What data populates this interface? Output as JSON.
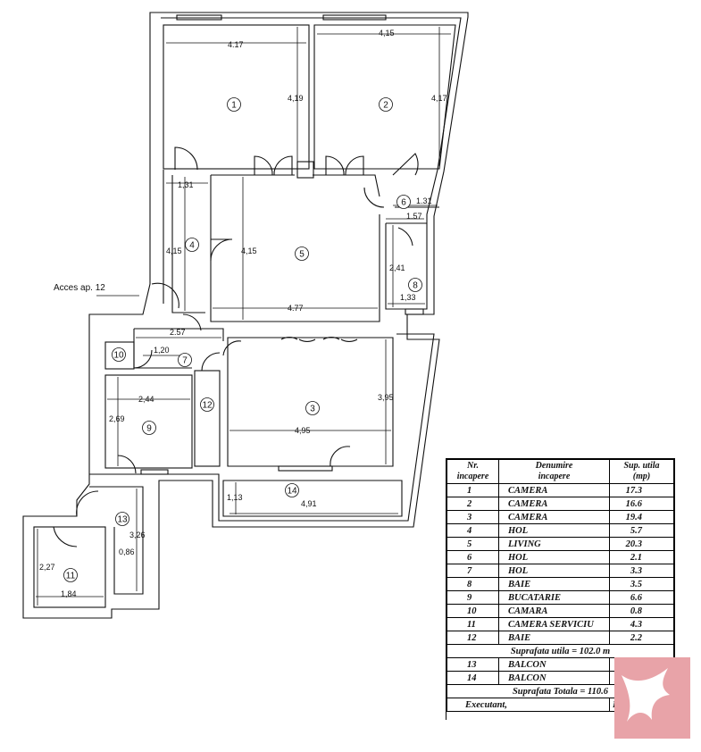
{
  "rooms": [
    {
      "num": "1"
    },
    {
      "num": "2"
    },
    {
      "num": "3"
    },
    {
      "num": "4"
    },
    {
      "num": "5"
    },
    {
      "num": "6"
    },
    {
      "num": "7"
    },
    {
      "num": "8"
    },
    {
      "num": "9"
    },
    {
      "num": "10"
    },
    {
      "num": "11"
    },
    {
      "num": "12"
    },
    {
      "num": "13"
    },
    {
      "num": "14"
    }
  ],
  "dimensions": {
    "r1_width": "4.17",
    "r1_height": "4,19",
    "r2_width": "4,15",
    "r2_height": "4,17",
    "hall_width": "1,31",
    "r4_height": "4,15",
    "r5_height": "4,15",
    "r6_width": "1.31",
    "r6_width2": "1.57",
    "r8_height": "2,41",
    "r8_width": "1,33",
    "r5_width": "4.77",
    "corridor_width": "2.57",
    "r7_width": "1,20",
    "r9_width": "2,44",
    "r9_height": "2,69",
    "r3_height": "3,95",
    "r3_width": "4,95",
    "r14_height": "1,13",
    "r14_width": "4,91",
    "r13_height": "3,26",
    "r13_width": "0,86",
    "r11_height": "2,27",
    "r11_width": "1,84"
  },
  "access_label": "Acces ap. 12",
  "schedule": {
    "headers": {
      "nr_line1": "Nr.",
      "nr_line2": "incapere",
      "name_line1": "Denumire",
      "name_line2": "incapere",
      "area_line1": "Sup. utila",
      "area_line2": "(mp)"
    },
    "rows": [
      {
        "nr": "1",
        "name": "CAMERA",
        "area": "17.3"
      },
      {
        "nr": "2",
        "name": "CAMERA",
        "area": "16.6"
      },
      {
        "nr": "3",
        "name": "CAMERA",
        "area": "19.4"
      },
      {
        "nr": "4",
        "name": "HOL",
        "area": "5.7"
      },
      {
        "nr": "5",
        "name": "LIVING",
        "area": "20.3"
      },
      {
        "nr": "6",
        "name": "HOL",
        "area": "2.1"
      },
      {
        "nr": "7",
        "name": "HOL",
        "area": "3.3"
      },
      {
        "nr": "8",
        "name": "BAIE",
        "area": "3.5"
      },
      {
        "nr": "9",
        "name": "BUCATARIE",
        "area": "6.6"
      },
      {
        "nr": "10",
        "name": "CAMARA",
        "area": "0.8"
      },
      {
        "nr": "11",
        "name": "CAMERA SERVICIU",
        "area": "4.3"
      },
      {
        "nr": "12",
        "name": "BAIE",
        "area": "2.2"
      }
    ],
    "usable_total": "Suprafata utila = 102.0 m",
    "balconies": [
      {
        "nr": "13",
        "name": "BALCON",
        "area": ""
      },
      {
        "nr": "14",
        "name": "BALCON",
        "area": ""
      }
    ],
    "grand_total": "Suprafata Totala = 110.6",
    "footer_left": "Executant,",
    "footer_right": "De"
  },
  "colors": {
    "logo_pink": "#e8a3a8",
    "logo_white": "#ffffff",
    "wall": "#111111"
  }
}
